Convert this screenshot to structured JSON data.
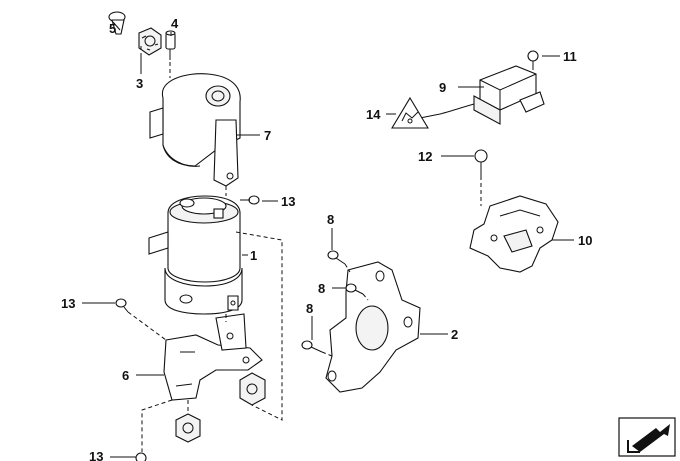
{
  "diagram": {
    "callouts": [
      {
        "id": "c1",
        "text": "1"
      },
      {
        "id": "c2",
        "text": "2"
      },
      {
        "id": "c3",
        "text": "3"
      },
      {
        "id": "c4",
        "text": "4"
      },
      {
        "id": "c5",
        "text": "5"
      },
      {
        "id": "c6",
        "text": "6"
      },
      {
        "id": "c7",
        "text": "7"
      },
      {
        "id": "c8a",
        "text": "8"
      },
      {
        "id": "c8b",
        "text": "8"
      },
      {
        "id": "c8c",
        "text": "8"
      },
      {
        "id": "c9",
        "text": "9"
      },
      {
        "id": "c10",
        "text": "10"
      },
      {
        "id": "c11",
        "text": "11"
      },
      {
        "id": "c12",
        "text": "12"
      },
      {
        "id": "c13a",
        "text": "13"
      },
      {
        "id": "c13b",
        "text": "13"
      },
      {
        "id": "c13c",
        "text": "13"
      },
      {
        "id": "c14",
        "text": "14"
      }
    ],
    "corner_icon": "direction-arrow-icon",
    "warning_icon": "warning-triangle-icon"
  }
}
